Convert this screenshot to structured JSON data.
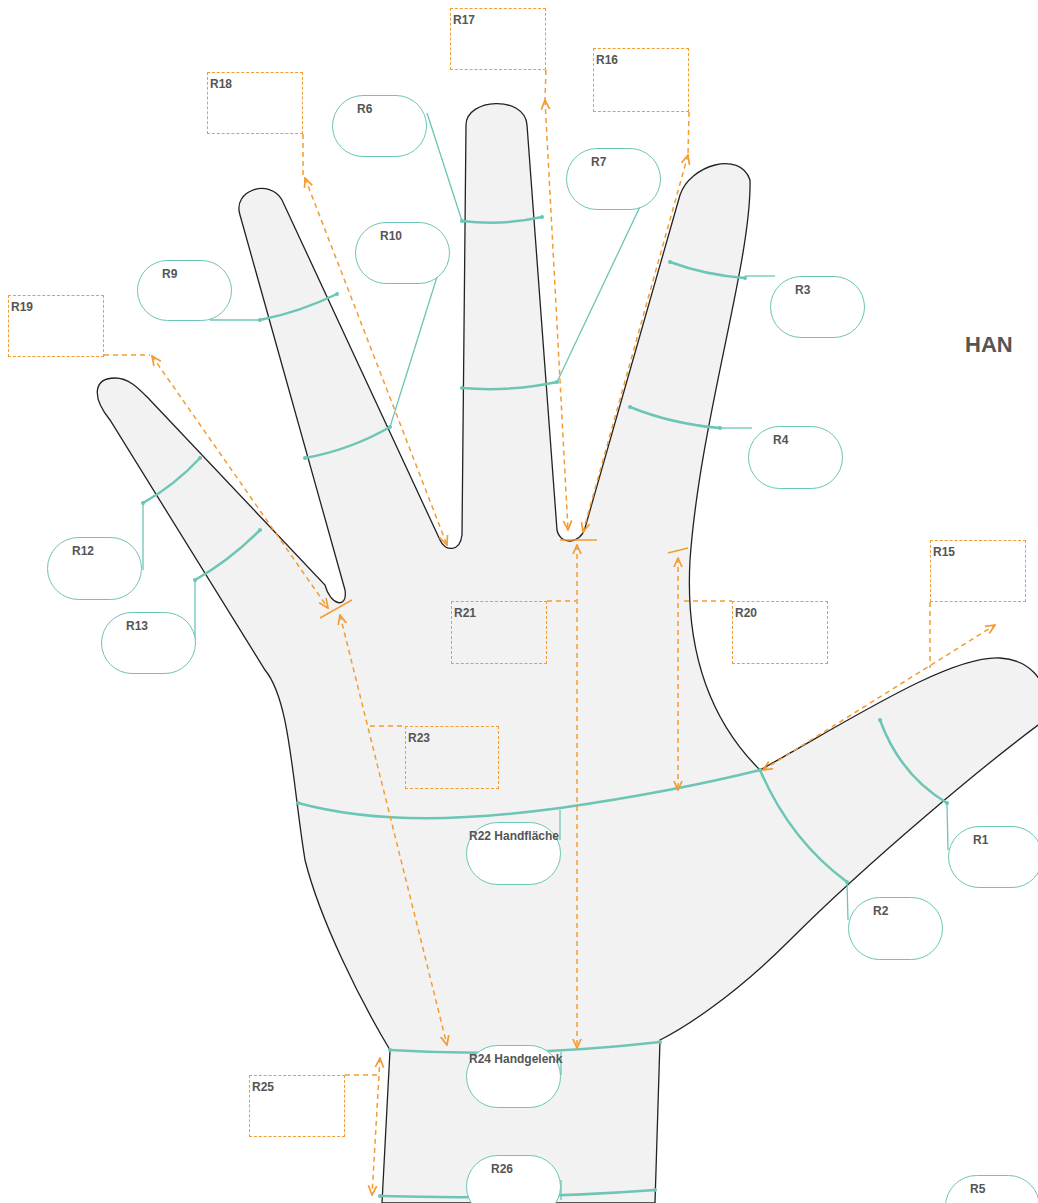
{
  "diagram": {
    "title": "HAN",
    "nodes": [
      {
        "text": [
          "R17"
        ]
      },
      {
        "text": [
          "R16"
        ]
      },
      {
        "text": [
          "R18"
        ]
      },
      {
        "text": [
          "R6"
        ]
      },
      {
        "text": [
          "R7"
        ]
      },
      {
        "text": [
          "R10"
        ]
      },
      {
        "text": [
          "R9"
        ]
      },
      {
        "text": [
          "R3"
        ]
      },
      {
        "text": [
          "R19"
        ]
      },
      {
        "text": [
          "R4"
        ]
      },
      {
        "text": [
          "R12"
        ]
      },
      {
        "text": [
          "R15"
        ]
      },
      {
        "text": [
          "R21"
        ]
      },
      {
        "text": [
          "R20"
        ]
      },
      {
        "text": [
          "R13"
        ]
      },
      {
        "text": [
          "R23"
        ]
      },
      {
        "text": [
          "R22 Handfläche"
        ]
      },
      {
        "text": [
          "R1"
        ]
      },
      {
        "text": [
          "R2"
        ]
      },
      {
        "text": [
          "R24 Handgelenk"
        ]
      },
      {
        "text": [
          "R25"
        ]
      },
      {
        "text": [
          "R26"
        ]
      },
      {
        "text": [
          "R5"
        ]
      }
    ]
  }
}
